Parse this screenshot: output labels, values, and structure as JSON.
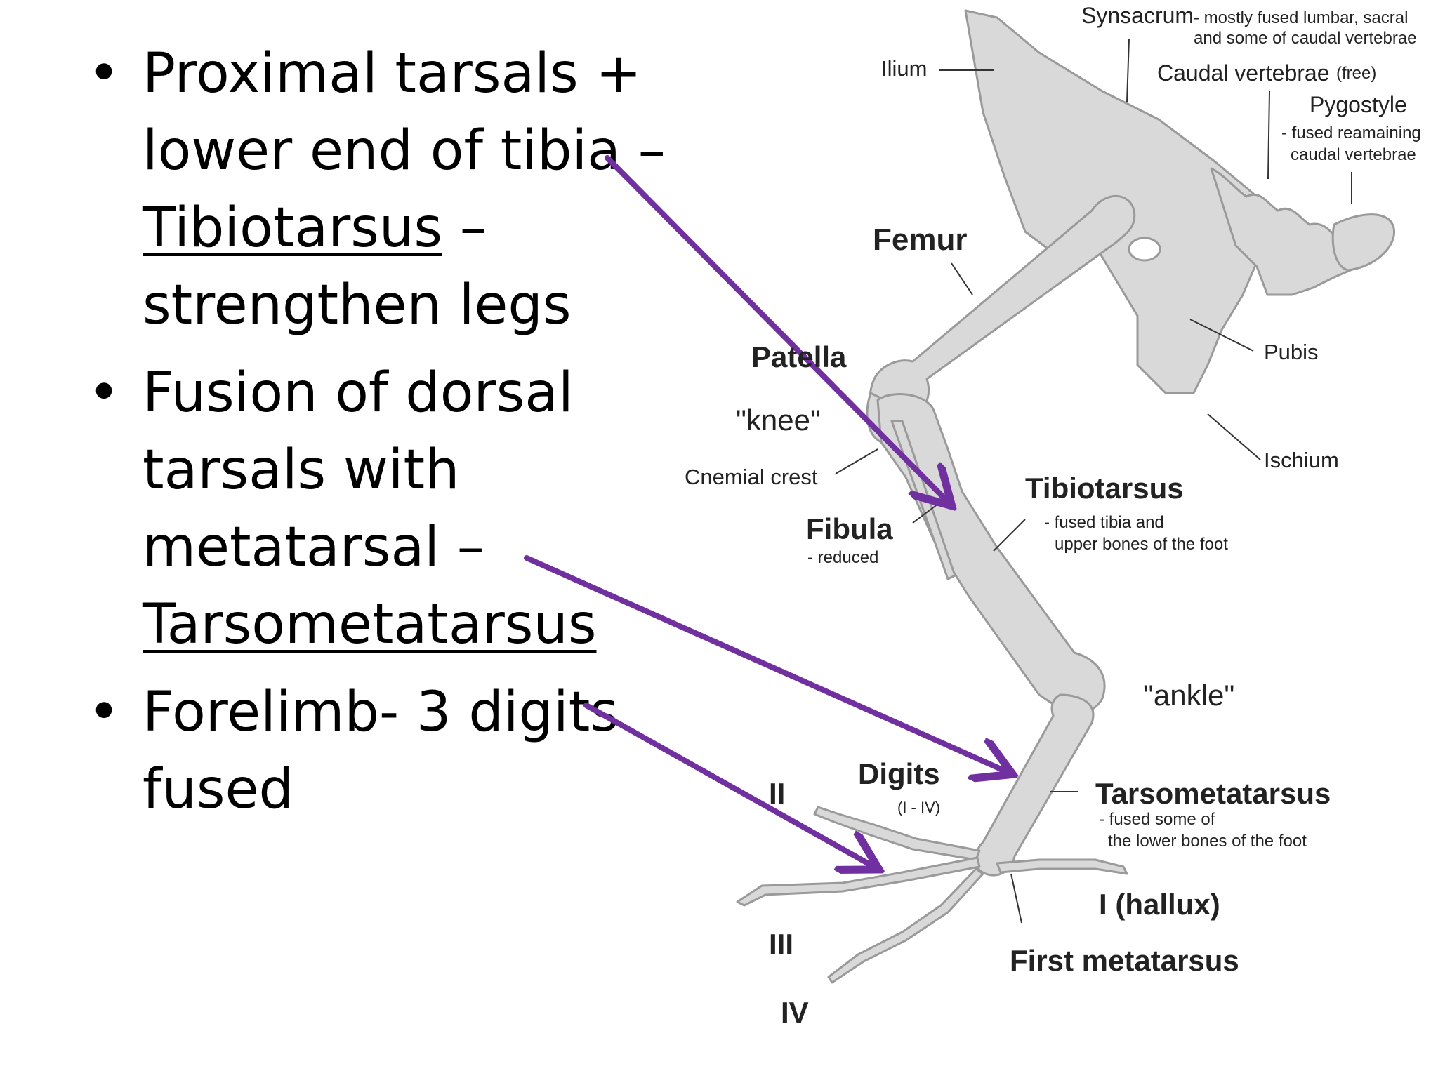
{
  "bullets": [
    {
      "pre": "Proximal tarsals + lower end of tibia – ",
      "term": "Tibiotarsus",
      "post": " – strengthen legs"
    },
    {
      "pre": "Fusion of dorsal tarsals with metatarsal – ",
      "term": "Tarsometatarsus",
      "post": ""
    },
    {
      "pre": "Forelimb- 3 digits fused",
      "term": "",
      "post": ""
    }
  ],
  "diagram": {
    "synsacrum": "Synsacrum",
    "synsacrum_note_1": "- mostly fused lumbar, sacral",
    "synsacrum_note_2": "and some of caudal vertebrae",
    "ilium": "Ilium",
    "caudal": "Caudal vertebrae",
    "caudal_note": "(free)",
    "pygostyle": "Pygostyle",
    "pygostyle_note_1": "- fused reamaining",
    "pygostyle_note_2": "caudal vertebrae",
    "femur": "Femur",
    "patella": "Patella",
    "knee": "\"knee\"",
    "pubis": "Pubis",
    "cnemial": "Cnemial crest",
    "ischium": "Ischium",
    "tibiotarsus": "Tibiotarsus",
    "tibiotarsus_note_1": "- fused tibia and",
    "tibiotarsus_note_2": "upper bones of the foot",
    "fibula": "Fibula",
    "fibula_note": "- reduced",
    "ankle": "\"ankle\"",
    "digits": "Digits",
    "digits_note": "(I - IV)",
    "d2": "II",
    "tarsometatarsus": "Tarsometatarsus",
    "tmt_note_1": "- fused some of",
    "tmt_note_2": "the lower bones of the foot",
    "hallux": "I (hallux)",
    "d3": "III",
    "first_metatarsus": "First metatarsus",
    "d4": "IV"
  },
  "colors": {
    "arrow": "#7030A0",
    "bone": "#d9d9d9",
    "bone_edge": "#9a9a9a",
    "leader": "#333333"
  }
}
